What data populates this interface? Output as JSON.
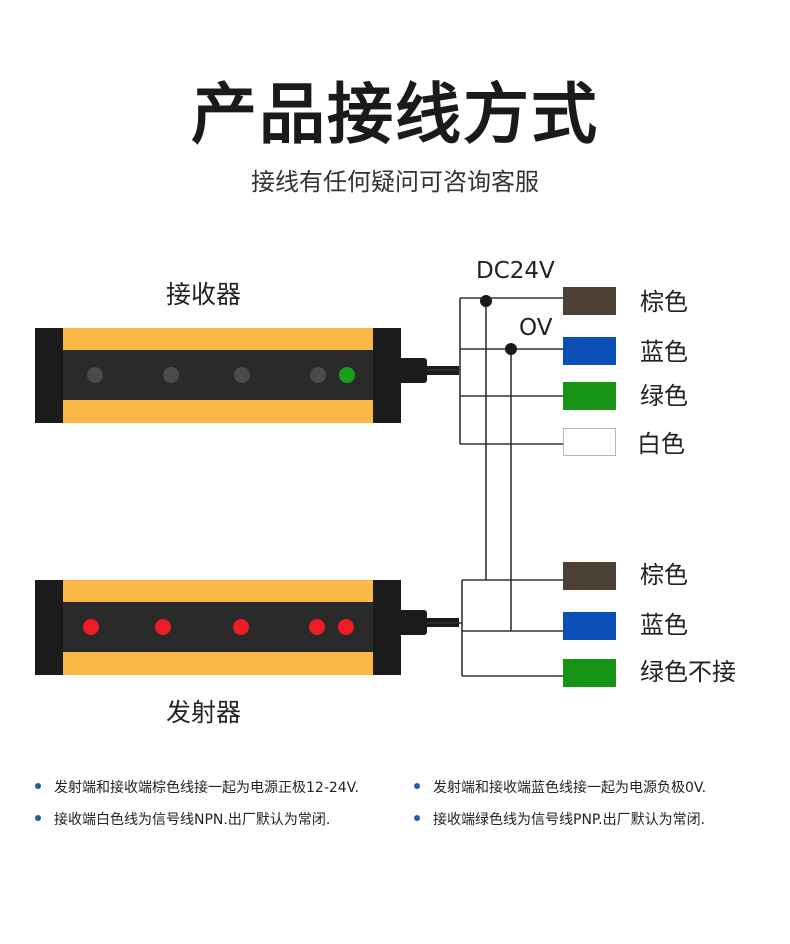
{
  "title": "产品接线方式",
  "subtitle": "接线有任何疑问可咨询客服",
  "receiver": {
    "label": "接收器",
    "led_colors": [
      "#4b4b4b",
      "#4b4b4b",
      "#4b4b4b",
      "#4b4b4b",
      "#18a018"
    ]
  },
  "emitter": {
    "label": "发射器",
    "led_colors": [
      "#ee1c24",
      "#ee1c24",
      "#ee1c24",
      "#ee1c24",
      "#ee1c24"
    ]
  },
  "power": {
    "positive_label": "DC24V",
    "negative_label": "OV"
  },
  "receiver_wires": [
    {
      "label": "棕色",
      "color": "#4b4033"
    },
    {
      "label": "蓝色",
      "color": "#0a4fb5"
    },
    {
      "label": "绿色",
      "color": "#169315"
    },
    {
      "label": "白色",
      "color": "#ffffff"
    }
  ],
  "emitter_wires": [
    {
      "label": "棕色",
      "color": "#4b4033"
    },
    {
      "label": "蓝色",
      "color": "#0a4fb5"
    },
    {
      "label": "绿色不接",
      "color": "#169315"
    }
  ],
  "notes": [
    "发射端和接收端棕色线接一起为电源正极12-24V.",
    "发射端和接收端蓝色线接一起为电源负极0V.",
    "接收端白色线为信号线NPN.出厂默认为常闭.",
    "接收端绿色线为信号线PNP.出厂默认为常闭."
  ],
  "colors": {
    "bullet": "#1f5fa8",
    "housing": "#fcb846",
    "cap": "#1b1b1b",
    "line": "#333333"
  }
}
